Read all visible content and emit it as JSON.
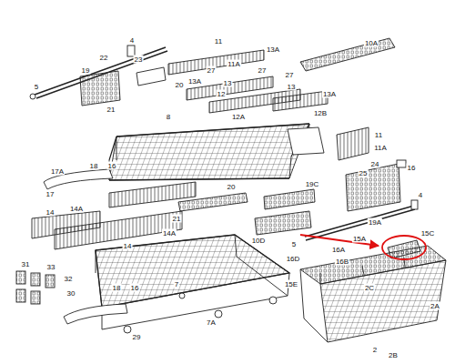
{
  "diagram": {
    "labels": [
      "4",
      "11",
      "10A",
      "22",
      "23",
      "13A",
      "11A",
      "27",
      "27",
      "13A",
      "13",
      "27",
      "13",
      "13A",
      "5",
      "19",
      "20",
      "21",
      "8",
      "12",
      "12A",
      "12B",
      "11",
      "11A",
      "24",
      "16",
      "25",
      "17A",
      "18",
      "16",
      "17",
      "21",
      "20",
      "14A",
      "14",
      "19C",
      "19A",
      "4",
      "10D",
      "5",
      "16A",
      "15A",
      "15C",
      "16D",
      "16B",
      "15E",
      "2C",
      "2A",
      "2",
      "2B",
      "14",
      "14A",
      "31",
      "33",
      "32",
      "30",
      "18",
      "16",
      "7",
      "7A",
      "29"
    ]
  }
}
